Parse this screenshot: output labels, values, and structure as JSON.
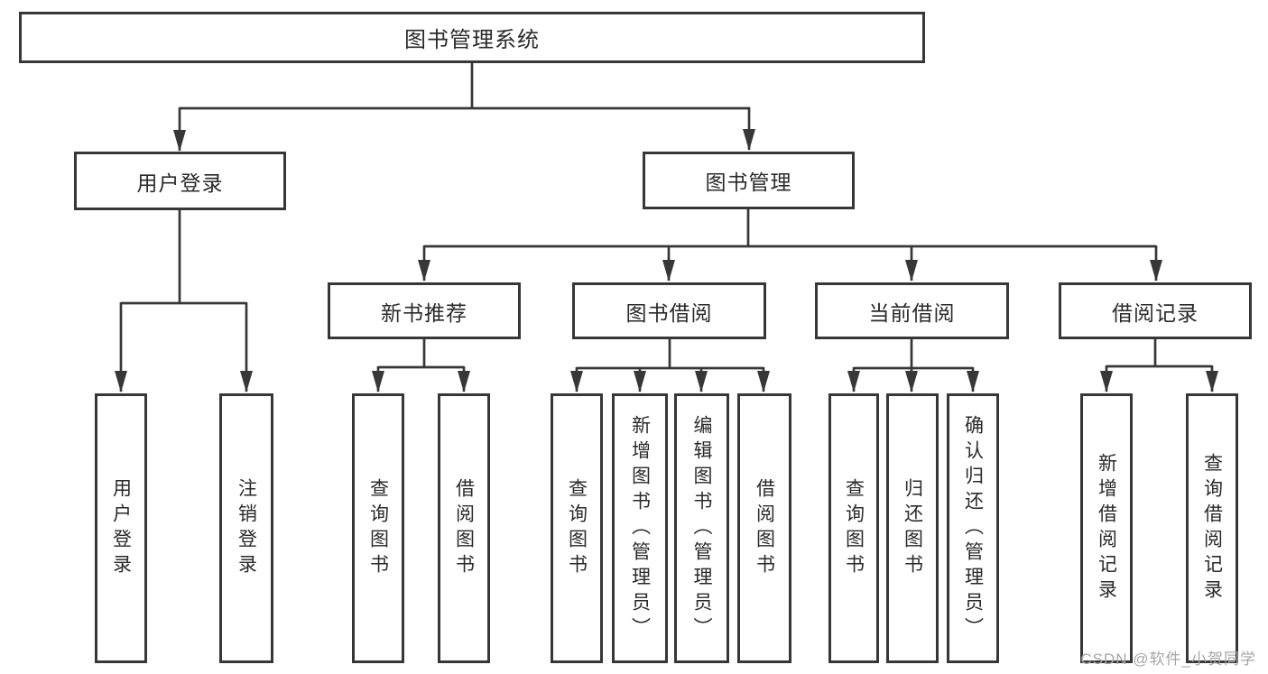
{
  "tree": {
    "label": "图书管理系统",
    "children": [
      {
        "label": "用户登录",
        "children": [
          {
            "label": "用户登录"
          },
          {
            "label": "注销登录"
          }
        ]
      },
      {
        "label": "图书管理",
        "children": [
          {
            "label": "新书推荐",
            "children": [
              {
                "label": "查询图书"
              },
              {
                "label": "借阅图书"
              }
            ]
          },
          {
            "label": "图书借阅",
            "children": [
              {
                "label": "查询图书"
              },
              {
                "label": "新增图书（管理员）"
              },
              {
                "label": "编辑图书（管理员）"
              },
              {
                "label": "借阅图书"
              }
            ]
          },
          {
            "label": "当前借阅",
            "children": [
              {
                "label": "查询图书"
              },
              {
                "label": "归还图书"
              },
              {
                "label": "确认归还（管理员）"
              }
            ]
          },
          {
            "label": "借阅记录",
            "children": [
              {
                "label": "新增借阅记录"
              },
              {
                "label": "查询借阅记录"
              }
            ]
          }
        ]
      }
    ]
  },
  "watermark": "CSDN @软件_小贺同学",
  "colors": {
    "line": "#373737",
    "text": "#2a2a2a",
    "watermark": "#a6a6a6",
    "background": "#ffffff"
  }
}
